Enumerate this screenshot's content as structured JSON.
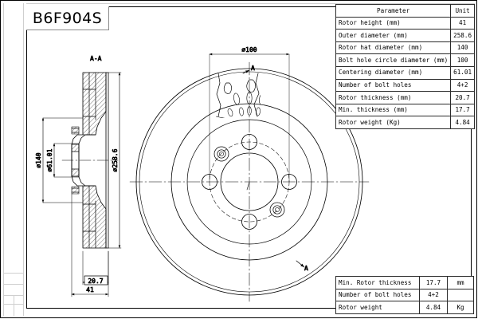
{
  "drawing": {
    "part_number": "B6F904S",
    "section_label_top": "A-A",
    "section_marker_top": "A",
    "section_marker_bottom": "A"
  },
  "dimensions": {
    "hub_bolt_circle": "⌀100",
    "outer_diameter": "⌀258.6",
    "rotor_hat_diameter": "⌀140",
    "centering_diameter": "⌀61.01",
    "rotor_thickness": "20.7",
    "rotor_height": "41"
  },
  "spec_table": {
    "header": {
      "parameter": "Parameter",
      "unit": "Unit"
    },
    "rows": [
      {
        "parameter": "Rotor height (mm)",
        "value": "41"
      },
      {
        "parameter": "Outer diameter (mm)",
        "value": "258.6"
      },
      {
        "parameter": "Rotor hat diameter (mm)",
        "value": "140"
      },
      {
        "parameter": "Bolt hole circle diameter (mm)",
        "value": "100"
      },
      {
        "parameter": "Centering diameter (mm)",
        "value": "61.01"
      },
      {
        "parameter": "Number of bolt holes",
        "value": "4+2"
      },
      {
        "parameter": "Rotor thickness (mm)",
        "value": "20.7"
      },
      {
        "parameter": "Min. thickness (mm)",
        "value": "17.7"
      },
      {
        "parameter": "Rotor weight (Kg)",
        "value": "4.84"
      }
    ]
  },
  "summary_table": {
    "rows": [
      {
        "name": "Min. Rotor thickness",
        "value": "17.7",
        "unit": "mm"
      },
      {
        "name": "Number of bolt holes",
        "value": "4+2",
        "unit": ""
      },
      {
        "name": "Rotor weight",
        "value": "4.84",
        "unit": "Kg"
      }
    ]
  }
}
